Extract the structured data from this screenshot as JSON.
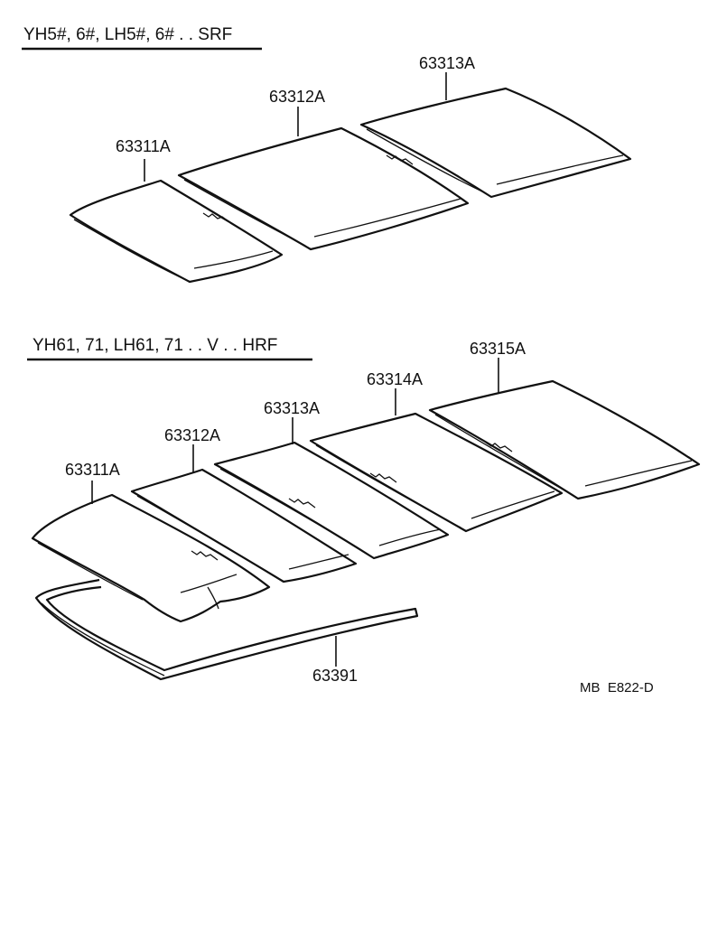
{
  "srf_section": {
    "header": "YH5#, 6#, LH5#, 6# . . SRF",
    "parts": [
      "63311A",
      "63312A",
      "63313A"
    ]
  },
  "hrf_section": {
    "header": "YH61, 71, LH61, 71 . . V . . HRF",
    "parts": [
      "63311A",
      "63312A",
      "63313A",
      "63314A",
      "63315A"
    ],
    "seal_part": "63391"
  },
  "figure_ref": "MB  E822-D",
  "colors": {
    "line": "#111111",
    "background": "#ffffff"
  }
}
